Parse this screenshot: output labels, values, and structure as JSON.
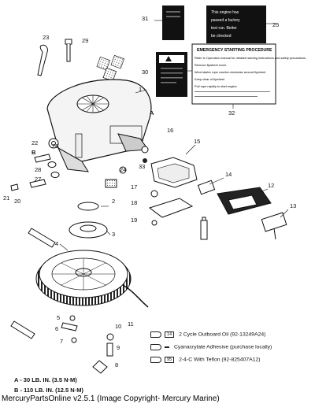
{
  "parts_labels": [
    "1",
    "2",
    "3",
    "4",
    "5",
    "6",
    "7",
    "8",
    "9",
    "10",
    "11",
    "12",
    "13",
    "14",
    "15",
    "16",
    "17",
    "18",
    "19",
    "20",
    "21",
    "22",
    "23",
    "24",
    "25",
    "26",
    "27",
    "28",
    "29",
    "30",
    "31",
    "32",
    "33"
  ],
  "callouts": {
    "a": "A",
    "b": "B"
  },
  "decal_31": {
    "line1": "This engine has",
    "line2": "passed a factory",
    "line3": "test run. Better",
    "line4": "be checked"
  },
  "decal_32": {
    "title": "EMERGENCY STARTING PROCEDURE",
    "lines": [
      "Refer to Operation manual for detailed starting instructions and safety precautions.",
      "Remove flywheel cover.",
      "Wind starter rope counter-clockwise around flywheel.",
      "Keep clear of flywheel.",
      "Pull rope rapidly to start engine."
    ]
  },
  "legend": [
    {
      "num": "14",
      "text": "2 Cycle Outboard Oil (92-13249A24)"
    },
    {
      "num": "",
      "text": "Cyanacrylate Adhesive (purchase locally)"
    },
    {
      "num": "95",
      "text": "2-4-C  With Teflon (92-825407A12)"
    }
  ],
  "torque": [
    {
      "key": "A",
      "text": "A - 30 LB. IN. (3.5 N·M)"
    },
    {
      "key": "B",
      "text": "B - 110 LB. IN. (12.5 N·M)"
    }
  ],
  "footer": "MercuryPartsOnline v2.5.1 (Image Copyright- Mercury Marine)"
}
